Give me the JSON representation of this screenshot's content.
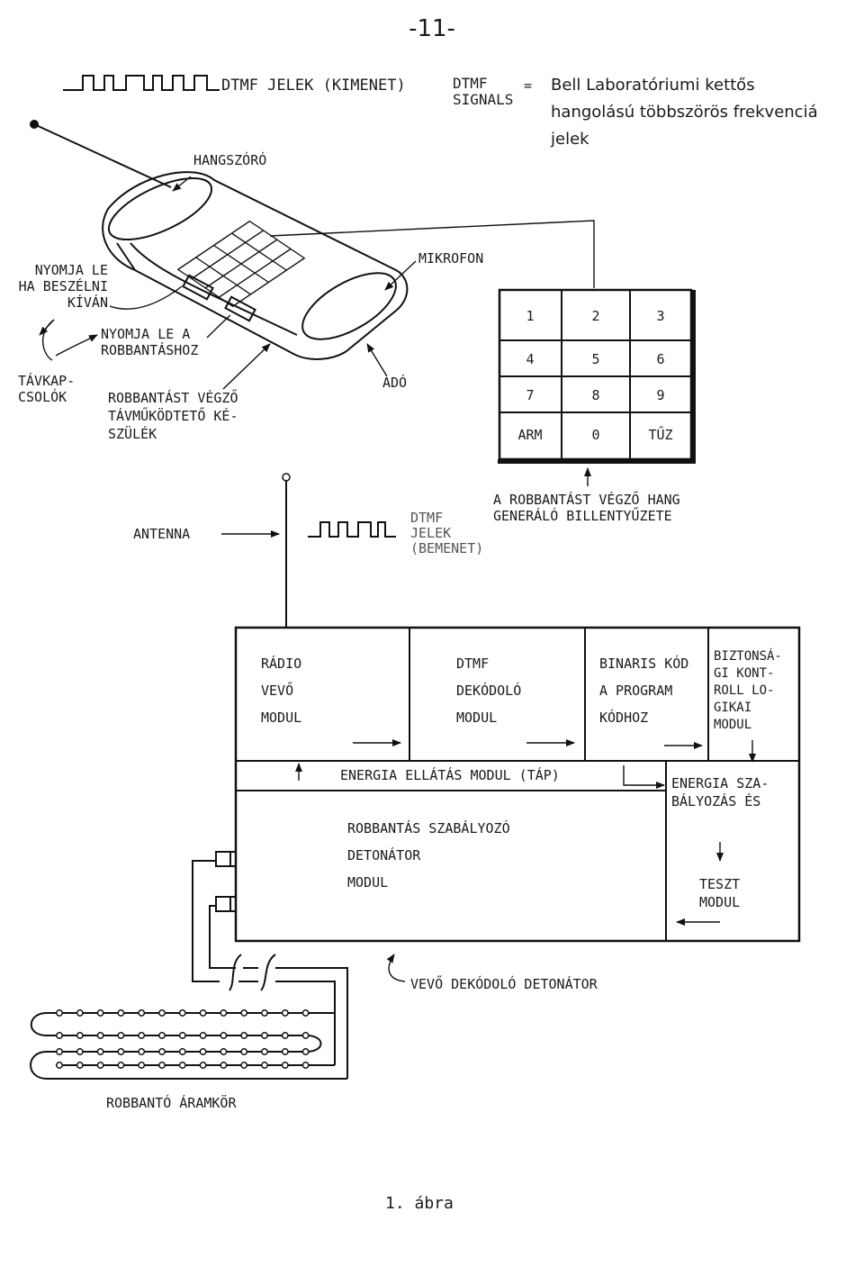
{
  "page_number": "-11-",
  "figure_caption": "1. ábra",
  "header": {
    "dtmf_output_label": "DTMF JELEK (KIMENET)",
    "dtmf_signals": "DTMF\nSIGNALS",
    "equals": "=",
    "definition": "Bell Laboratóriumi kettős\nhangolású többszörös frekvenciá\njelek"
  },
  "phone": {
    "speaker_label": "HANGSZÓRÓ",
    "microphone_label": "MIKROFON",
    "press_to_talk": "NYOMJA LE\nHA BESZÉLNI\nKÍVÁN",
    "press_to_detonate": "NYOMJA LE A\nROBBANTÁSHOZ",
    "remote_switches": "TÁVKAP-\nCSOLÓK",
    "device_label": "ROBBANTÁST VÉGZŐ\nTÁVMŰKÖDTETŐ KÉ-\nSZÜLÉK",
    "transmitter_label": "ADÓ"
  },
  "keypad": {
    "keys": [
      "1",
      "2",
      "3",
      "4",
      "5",
      "6",
      "7",
      "8",
      "9",
      "ARM",
      "0",
      "TŰZ"
    ],
    "note": "A ROBBANTÁST VÉGZŐ HANG\nGENERÁLÓ BILLENTYŰZETE"
  },
  "receiver": {
    "antenna_label": "ANTENNA",
    "dtmf_input_label": "DTMF\nJELEK\n(BEMENET)",
    "modules": {
      "radio": "RÁDIO\nVEVŐ\nMODUL",
      "dtmf_decoder": "DTMF\nDEKÓDOLÓ\nMODUL",
      "binary_code": "BINARIS KÓD\nA PROGRAM\nKÓDHOZ",
      "safety_logic": "BIZTONSÁ-\nGI KONT-\nROLL LO-\nGIKAI\nMODUL",
      "power_supply": "ENERGIA ELLÁTÁS MODUL (TÁP)",
      "power_regulation": "ENERGIA SZA-\nBÁLYOZÁS ÉS",
      "test": "TESZT\nMODUL",
      "detonator": "ROBBANTÁS SZABÁLYOZÓ\nDETONÁTOR\nMODUL"
    },
    "receiver_label": "VEVŐ DEKÓDOLÓ DETONÁTOR",
    "circuit_label": "ROBBANTÓ ÁRAMKÖR"
  }
}
